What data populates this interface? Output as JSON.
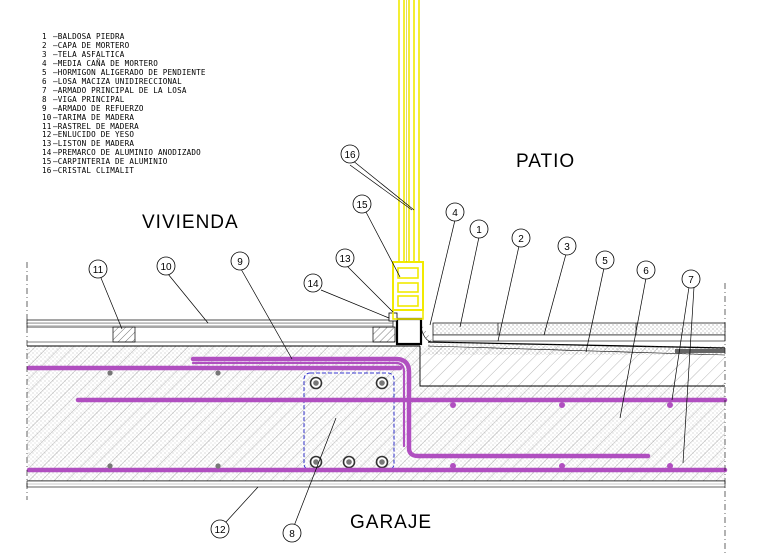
{
  "legend": [
    {
      "num": "1",
      "text": "—BALDOSA PIEDRA"
    },
    {
      "num": "2",
      "text": "—CAPA DE MORTERO"
    },
    {
      "num": "3",
      "text": "—TELA ASFALTICA"
    },
    {
      "num": "4",
      "text": "—MEDIA CAÑA DE MORTERO"
    },
    {
      "num": "5",
      "text": "—HORMIGON ALIGERADO DE PENDIENTE"
    },
    {
      "num": "6",
      "text": "—LOSA MACIZA UNIDIRECCIONAL"
    },
    {
      "num": "7",
      "text": "—ARMADO PRINCIPAL DE LA LOSA"
    },
    {
      "num": "8",
      "text": "—VIGA PRINCIPAL"
    },
    {
      "num": "9",
      "text": "—ARMADO DE REFUERZO"
    },
    {
      "num": "10",
      "text": "—TARIMA DE MADERA"
    },
    {
      "num": "11",
      "text": "—RASTREL DE MADERA"
    },
    {
      "num": "12",
      "text": "—ENLUCIDO DE YESO"
    },
    {
      "num": "13",
      "text": "—LISTON DE MADERA"
    },
    {
      "num": "14",
      "text": "—PREMARCO DE ALUMINIO ANODIZADO"
    },
    {
      "num": "15",
      "text": "—CARPINTERIA DE ALUMINIO"
    },
    {
      "num": "16",
      "text": "—CRISTAL CLIMALIT"
    }
  ],
  "rooms": {
    "vivienda": "VIVIENDA",
    "patio": "PATIO",
    "garaje": "GARAJE"
  },
  "callouts": [
    "1",
    "2",
    "3",
    "4",
    "5",
    "6",
    "7",
    "8",
    "9",
    "10",
    "11",
    "12",
    "13",
    "14",
    "15",
    "16"
  ],
  "colors": {
    "rebar": "#b04fc0",
    "glass": "#f2ea00",
    "beam_outline": "#3333cc",
    "line": "#000000"
  }
}
